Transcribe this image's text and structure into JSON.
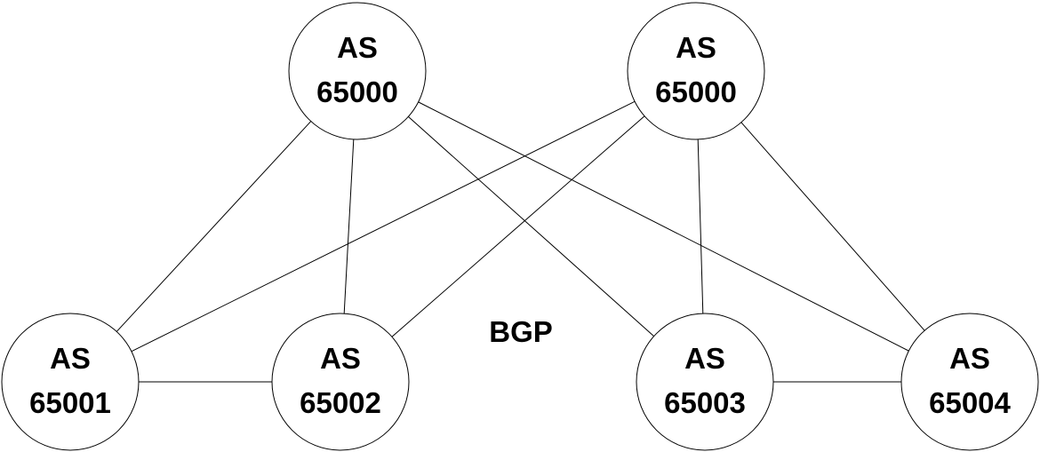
{
  "nodes": [
    {
      "id": "n0",
      "line1": "AS",
      "line2": "65000"
    },
    {
      "id": "n1",
      "line1": "AS",
      "line2": "65000"
    },
    {
      "id": "n2",
      "line1": "AS",
      "line2": "65001"
    },
    {
      "id": "n3",
      "line1": "AS",
      "line2": "65002"
    },
    {
      "id": "n4",
      "line1": "AS",
      "line2": "65003"
    },
    {
      "id": "n5",
      "line1": "AS",
      "line2": "65004"
    }
  ],
  "edges": [
    [
      "n0",
      "n2"
    ],
    [
      "n0",
      "n3"
    ],
    [
      "n0",
      "n4"
    ],
    [
      "n0",
      "n5"
    ],
    [
      "n1",
      "n2"
    ],
    [
      "n1",
      "n3"
    ],
    [
      "n1",
      "n4"
    ],
    [
      "n1",
      "n5"
    ],
    [
      "n2",
      "n3"
    ],
    [
      "n4",
      "n5"
    ]
  ],
  "center_label": "BGP"
}
